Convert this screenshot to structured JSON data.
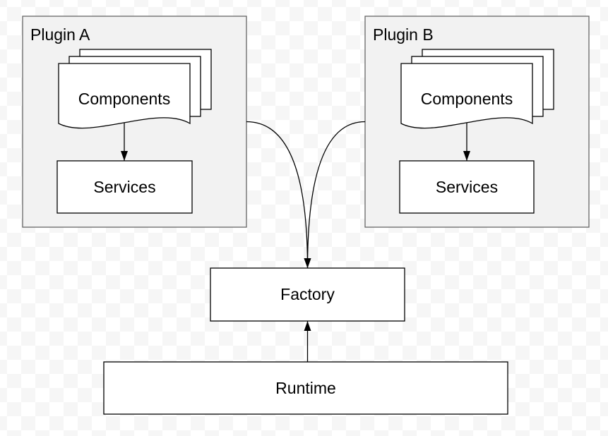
{
  "colors": {
    "checker_white": "#ffffff",
    "checker_gray": "#f6f6f6",
    "container_fill": "#f2f2f2",
    "container_stroke": "#666666",
    "shape_fill": "#ffffff",
    "shape_stroke": "#000000",
    "connector": "#000000",
    "text": "#000000"
  },
  "diagram": {
    "plugins": [
      {
        "title": "Plugin A",
        "components_label": "Components",
        "services_label": "Services"
      },
      {
        "title": "Plugin B",
        "components_label": "Components",
        "services_label": "Services"
      }
    ],
    "factory_label": "Factory",
    "runtime_label": "Runtime"
  }
}
